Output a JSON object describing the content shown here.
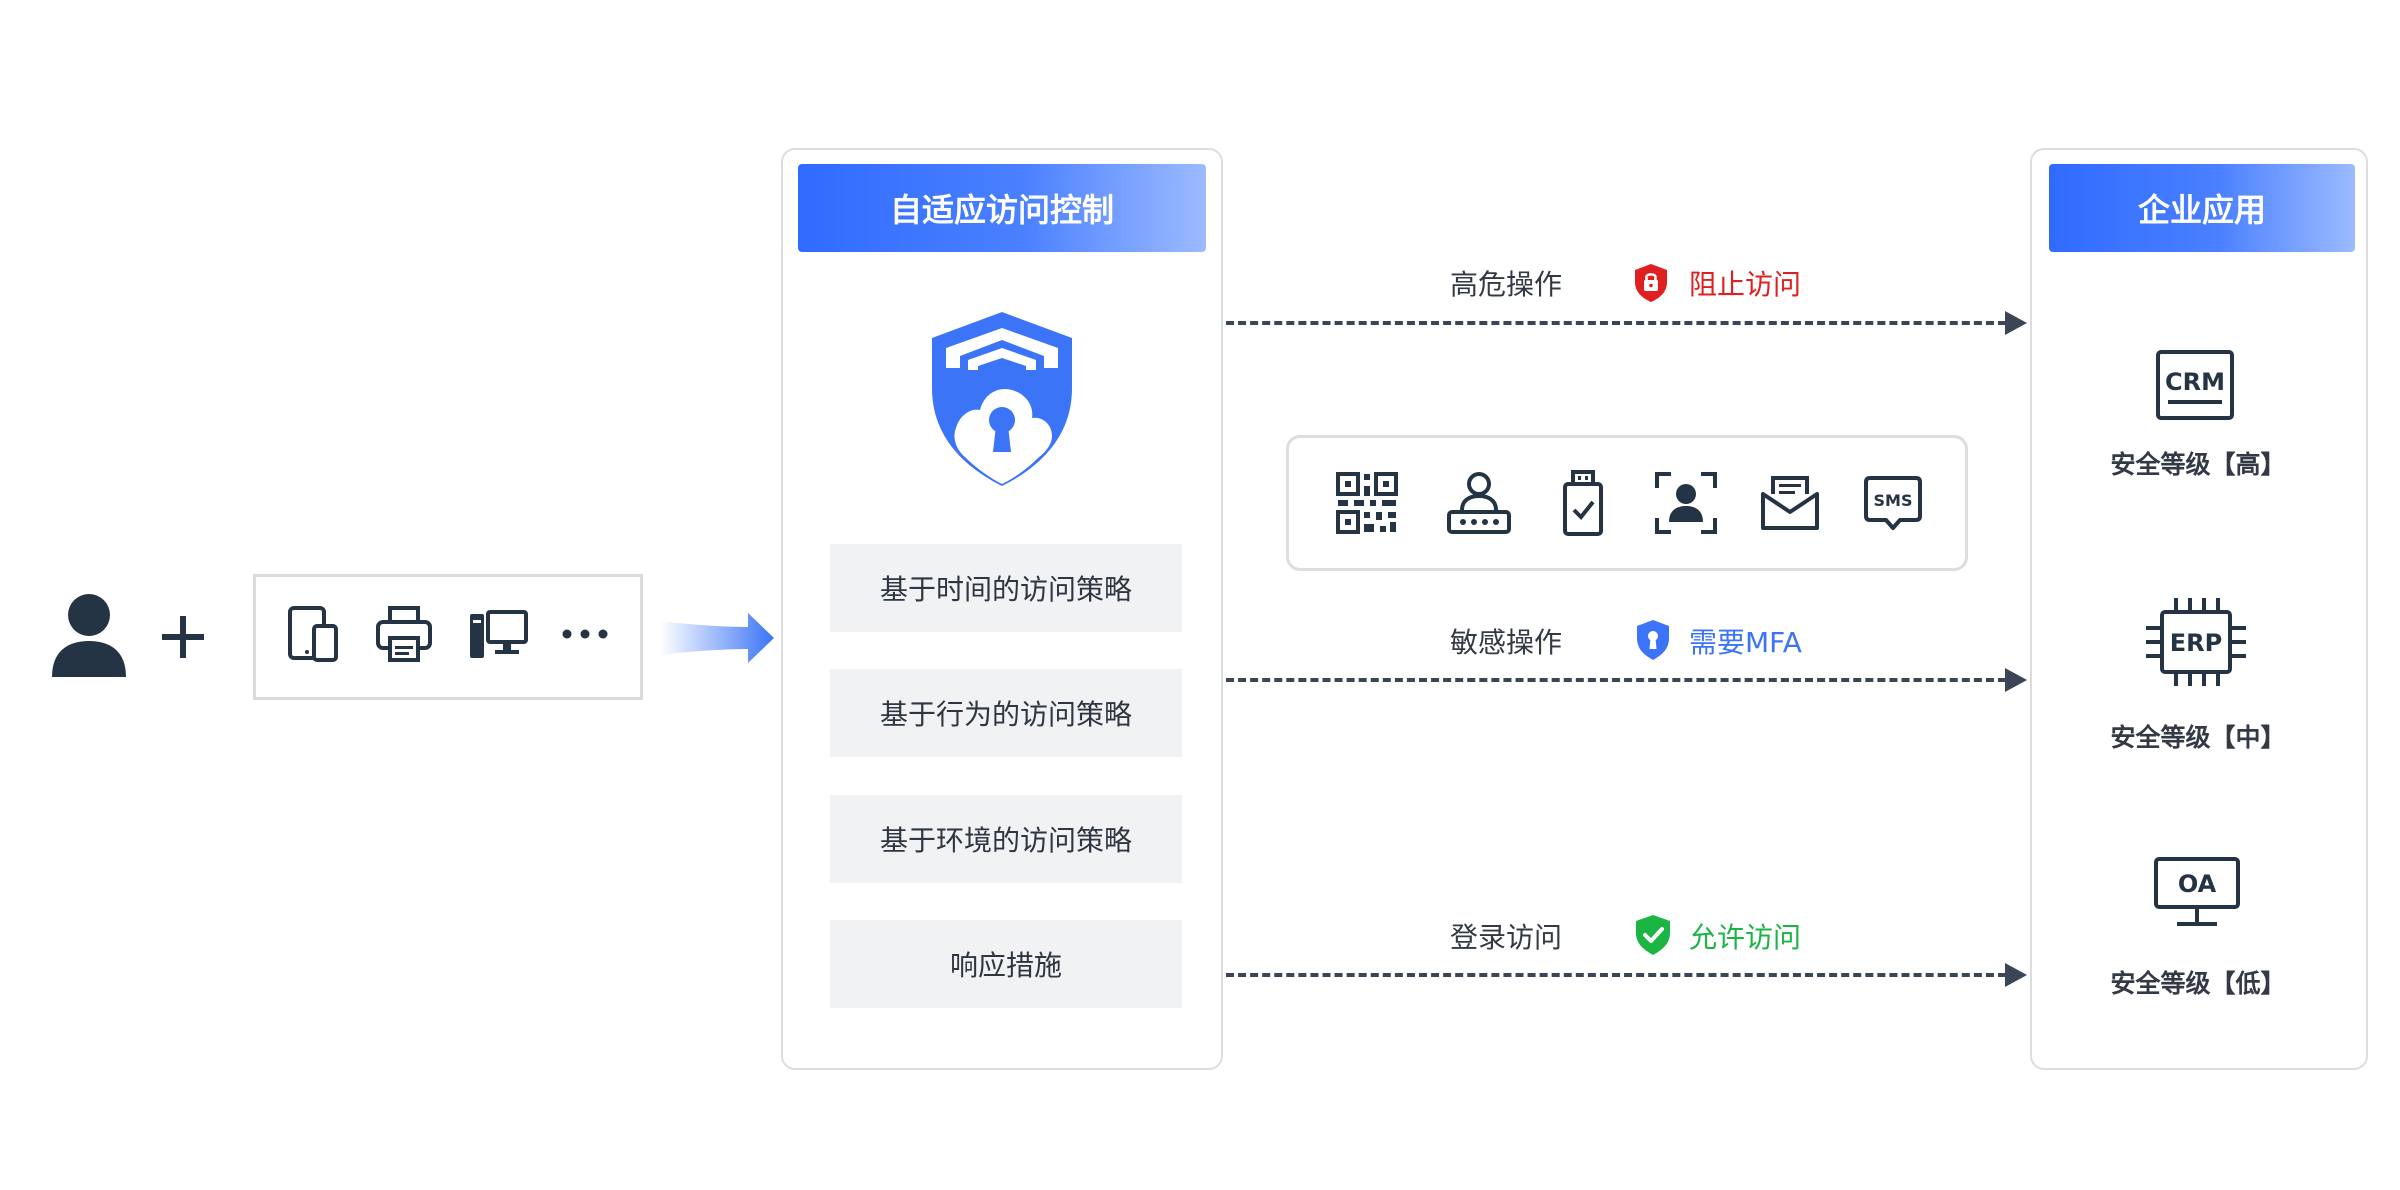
{
  "left": {
    "icons": [
      "user-icon",
      "plus-icon",
      "tablet-phone-icon",
      "printer-icon",
      "desktop-computer-icon",
      "more-dots-icon",
      "flow-arrow-icon"
    ]
  },
  "control_panel": {
    "title": "自适应访问控制",
    "shield_icon": "shield-lock-icon",
    "policies": [
      "基于时间的访问策略",
      "基于行为的访问策略",
      "基于环境的访问策略",
      "响应措施"
    ]
  },
  "flows": [
    {
      "operation": "高危操作",
      "result": "阻止访问",
      "icon": "red-shield-lock-icon",
      "color": "#e02020"
    },
    {
      "operation": "敏感操作",
      "result": "需要MFA",
      "icon": "blue-shield-keyhole-icon",
      "color": "#3b74f7"
    },
    {
      "operation": "登录访问",
      "result": "允许访问",
      "icon": "green-shield-check-icon",
      "color": "#1bb544"
    }
  ],
  "mfa_methods": {
    "icons": [
      "qr-code-icon",
      "user-password-icon",
      "usb-key-icon",
      "face-scan-icon",
      "email-icon",
      "sms-icon"
    ],
    "sms_text": "SMS"
  },
  "enterprise_panel": {
    "title": "企业应用",
    "apps": [
      {
        "name": "CRM",
        "level": "安全等级【高】",
        "icon": "crm-icon"
      },
      {
        "name": "ERP",
        "level": "安全等级【中】",
        "icon": "erp-chip-icon"
      },
      {
        "name": "OA",
        "level": "安全等级【低】",
        "icon": "oa-monitor-icon"
      }
    ]
  }
}
